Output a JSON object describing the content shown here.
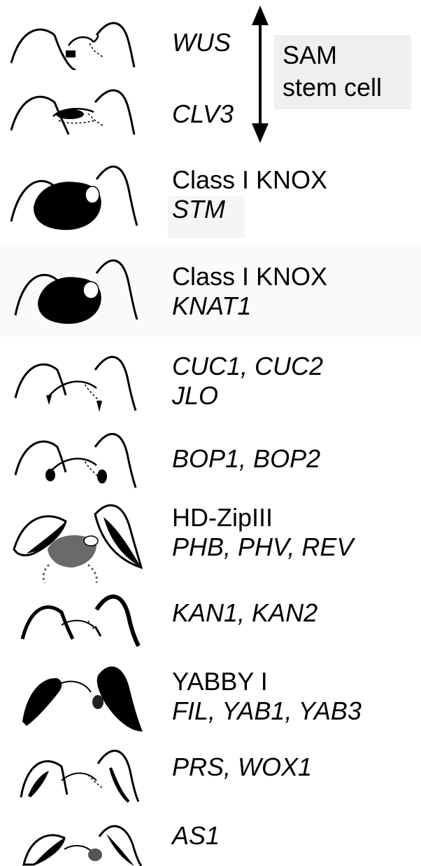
{
  "sam_label": {
    "line1": "SAM",
    "line2": "stem cell"
  },
  "rows": [
    {
      "genes": "WUS"
    },
    {
      "genes": "CLV3"
    },
    {
      "class": "Class I KNOX",
      "genes": "STM"
    },
    {
      "class": "Class I KNOX",
      "genes": "KNAT1"
    },
    {
      "genes": "CUC1, CUC2",
      "genes2": "JLO"
    },
    {
      "genes": "BOP1, BOP2"
    },
    {
      "class": "HD-ZipIII",
      "genes": "PHB, PHV, REV"
    },
    {
      "genes": "KAN1, KAN2"
    },
    {
      "class": "YABBY I",
      "genes": "FIL, YAB1, YAB3"
    },
    {
      "genes": "PRS, WOX1"
    },
    {
      "genes": "AS1"
    }
  ]
}
